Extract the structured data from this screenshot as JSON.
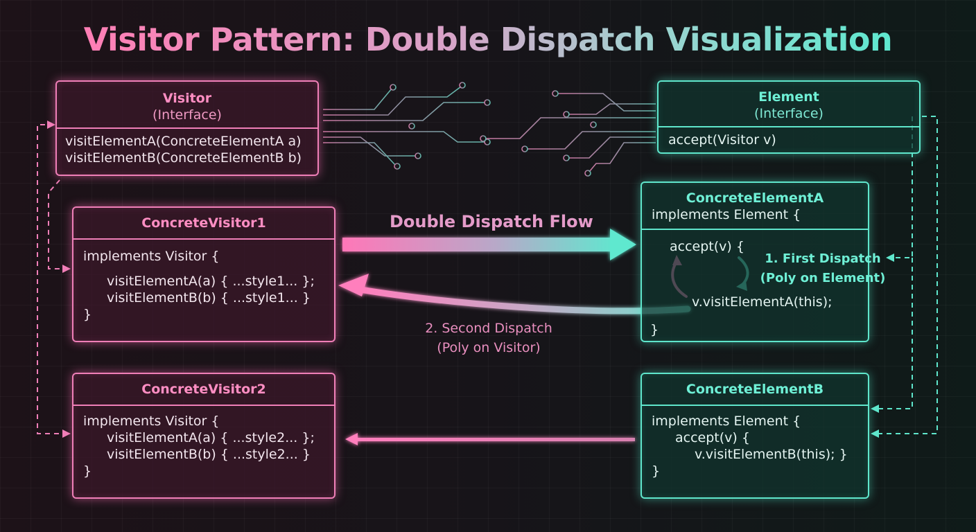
{
  "title": "Visitor Pattern: Double Dispatch Visualization",
  "visitor": {
    "name": "Visitor",
    "stereotype": "(Interface)",
    "methods": [
      "visitElementA(ConcreteElementA a)",
      "visitElementB(ConcreteElementB b)"
    ]
  },
  "element": {
    "name": "Element",
    "stereotype": "(Interface)",
    "methods": [
      "accept(Visitor v)"
    ]
  },
  "concrete_visitor1": {
    "name": "ConcreteVisitor1",
    "lines": [
      "implements Visitor {",
      "visitElementA(a) { ...style1... };",
      "visitElementB(b) { ...style1... }",
      "}"
    ]
  },
  "concrete_visitor2": {
    "name": "ConcreteVisitor2",
    "lines": [
      "implements Visitor {",
      "visitElementA(a) { ...style2... };",
      "visitElementB(b) { ...style2... }",
      "}"
    ]
  },
  "concrete_element_a": {
    "name": "ConcreteElementA",
    "header_line": "implements Element {",
    "lines": [
      "accept(v) {",
      "v.visitElementA(this);",
      "}"
    ]
  },
  "concrete_element_b": {
    "name": "ConcreteElementB",
    "lines": [
      "implements Element {",
      "accept(v) {",
      "v.visitElementB(this); }",
      "}"
    ]
  },
  "labels": {
    "flow": "Double Dispatch Flow",
    "first_dispatch": [
      "1. First Dispatch",
      "(Poly on Element)"
    ],
    "second_dispatch": [
      "2. Second Dispatch",
      "(Poly on Visitor)"
    ]
  },
  "colors": {
    "visitor": "#f07fb8",
    "element": "#5fe6cc"
  }
}
